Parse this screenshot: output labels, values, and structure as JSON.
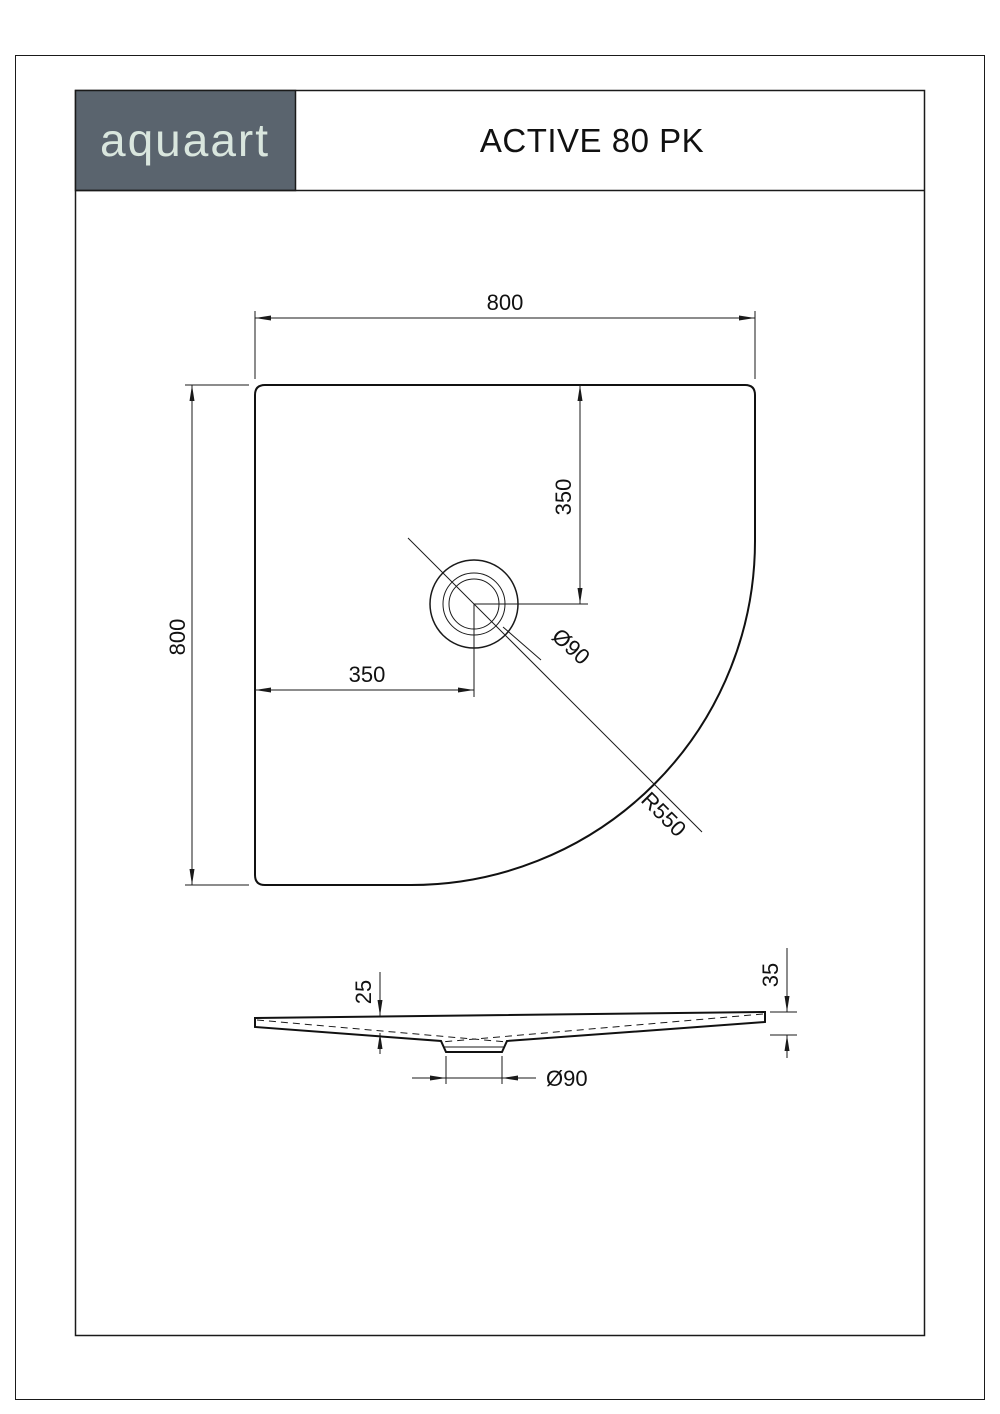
{
  "header": {
    "logo_text": "aquaart",
    "title": "ACTIVE 80 PK",
    "logo_bg": "#5a646e",
    "logo_color": "#d9e6de"
  },
  "plan_view": {
    "dim_width": "800",
    "dim_height": "800",
    "dim_drain_from_top": "350",
    "dim_drain_from_left": "350",
    "drain_diameter": "Ø90",
    "corner_radius": "R550"
  },
  "section_view": {
    "dim_edge_height": "25",
    "dim_total_height": "35",
    "drain_diameter": "Ø90"
  },
  "colors": {
    "line": "#1a1a1a",
    "background": "#ffffff"
  }
}
